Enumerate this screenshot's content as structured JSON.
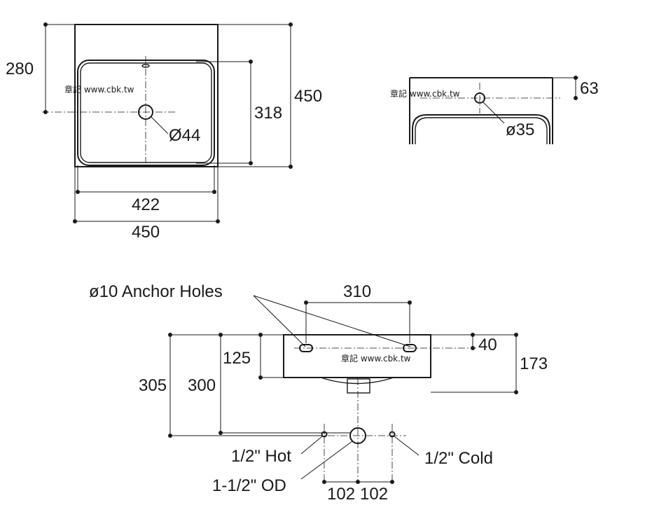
{
  "top_view": {
    "dim_280": "280",
    "dim_450_height": "450",
    "dim_318": "318",
    "dim_422": "422",
    "dim_450_width": "450",
    "drain_diameter": "Ø44",
    "watermark": "章記 www.cbk.tw"
  },
  "side_view": {
    "dim_63": "63",
    "hole_diameter": "ø35",
    "watermark": "章記 www.cbk.tw"
  },
  "wall_view": {
    "anchor_holes": "ø10 Anchor Holes",
    "dim_310": "310",
    "dim_40": "40",
    "dim_125": "125",
    "dim_173": "173",
    "dim_305": "305",
    "dim_300": "300",
    "hot_label": "1/2\" Hot",
    "cold_label": "1/2\" Cold",
    "drain_label": "1-1/2\" OD",
    "dim_102_left": "102",
    "dim_102_right": "102",
    "watermark": "章記 www.cbk.tw"
  }
}
